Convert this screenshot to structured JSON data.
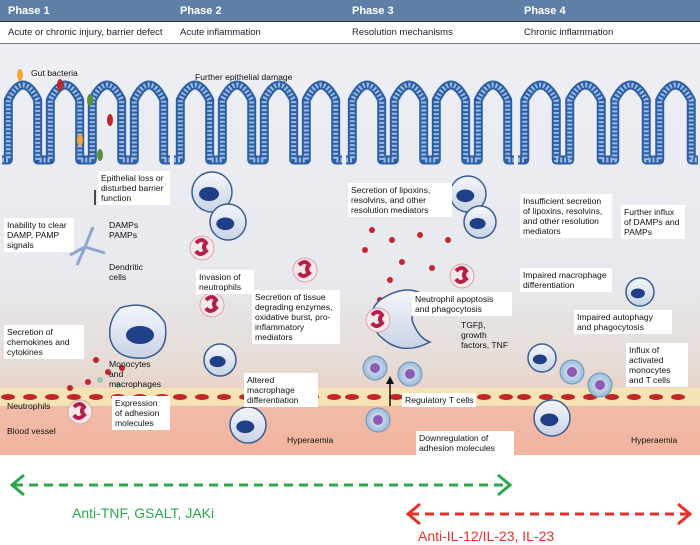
{
  "phases": [
    {
      "title": "Phase 1",
      "subtitle": "Acute or chronic injury, barrier defect"
    },
    {
      "title": "Phase 2",
      "subtitle": "Acute inflammation"
    },
    {
      "title": "Phase 3",
      "subtitle": "Resolution mechanisms"
    },
    {
      "title": "Phase 4",
      "subtitle": "Chronic inflammation"
    }
  ],
  "labels": {
    "p1": {
      "gut_bacteria": "Gut bacteria",
      "epithelial_loss": "Epithelial loss or disturbed barrier function",
      "inability": "Inability to clear DAMP, PAMP signals",
      "damps": "DAMPs PAMPs",
      "dendritic": "Dendritic cells",
      "chemokines": "Secretion of chemokines and cytokines",
      "monocytes": "Monocytes and macrophages",
      "neutrophils": "Neutrophils",
      "blood_vessel": "Blood vessel",
      "adhesion": "Expression of adhesion molecules"
    },
    "p2": {
      "further_damage": "Further epithelial damage",
      "invasion": "Invasion of neutrophils",
      "secretion": "Secretion of tissue degrading enzymes, oxidative burst, pro-inflammatory mediators",
      "altered": "Altered macrophage differentiation",
      "hyperaemia": "Hyperaemia"
    },
    "p3": {
      "lipoxins": "Secretion of lipoxins, resolvins, and other resolution mediators",
      "apoptosis": "Neutrophil apoptosis and phagocytosis",
      "tgf": "TGFβ, growth factors, TNF",
      "treg": "Regulatory T cells",
      "downreg": "Downregulation of adhesion molecules"
    },
    "p4": {
      "insufficient": "Insufficient secretion of lipoxins, resolvins, and other resolution mediators",
      "influx": "Further influx of DAMPs and PAMPs",
      "impaired_diff": "Impaired macrophage differentiation",
      "impaired_auto": "Impaired autophagy and phagocytosis",
      "activated": "Influx of activated monocytes and T cells",
      "hyperaemia": "Hyperaemia"
    }
  },
  "therapies": [
    {
      "label": "Anti-TNF, GSALT, JAKi",
      "color": "#2aa84a"
    },
    {
      "label": "Anti-IL-12/IL-23, IL-23",
      "color": "#e8302a"
    }
  ]
}
